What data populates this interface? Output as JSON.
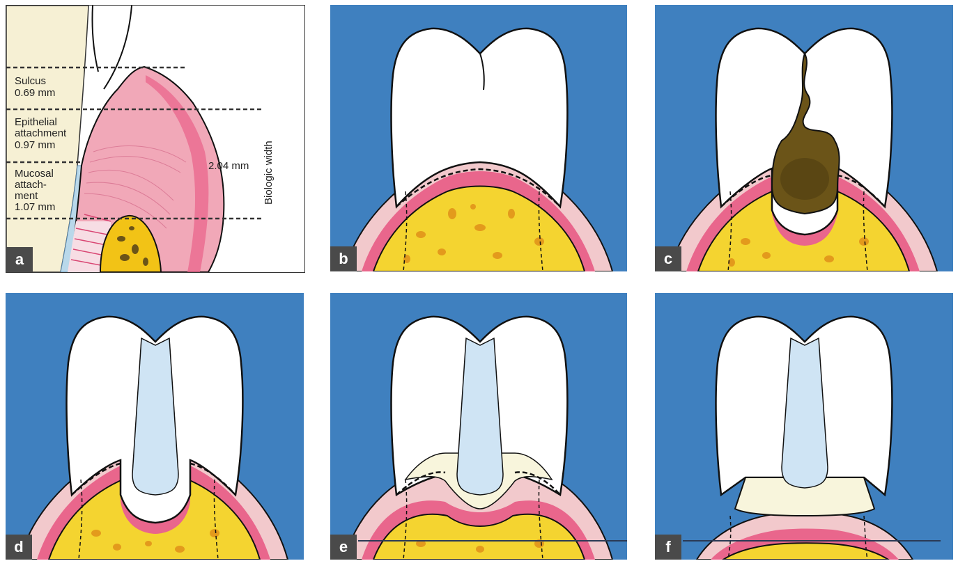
{
  "colors": {
    "background_blue": "#3f80bf",
    "enamel": "#ffffff",
    "gingiva_light": "#f2c9cc",
    "gingiva_dark": "#e9668c",
    "bone": "#f4d430",
    "bone_spots": "#e39a1c",
    "restoration": "#cfe4f4",
    "buildup": "#f8f5dc",
    "caries": "#6b5418",
    "root_surface": "#f6f0d4",
    "outline": "#111111"
  },
  "panel_a": {
    "label": "a",
    "sulcus_name": "Sulcus",
    "sulcus_value": "0.69 mm",
    "epithelial_name_1": "Epithelial",
    "epithelial_name_2": "attachment",
    "epithelial_value": "0.97 mm",
    "mucosal_name_1": "Mucosal",
    "mucosal_name_2": "attach-",
    "mucosal_name_3": "ment",
    "mucosal_value": "1.07 mm",
    "total_value": "2.04 mm",
    "vertical_title": "Biologic width"
  },
  "panels": [
    {
      "label": "b",
      "state": "sound tooth"
    },
    {
      "label": "c",
      "state": "caries extending below gingiva"
    },
    {
      "label": "d",
      "state": "restoration with biologic width violation"
    },
    {
      "label": "e",
      "state": "build-up after crown lengthening"
    },
    {
      "label": "f",
      "state": "crown lengthened with reference line"
    }
  ]
}
